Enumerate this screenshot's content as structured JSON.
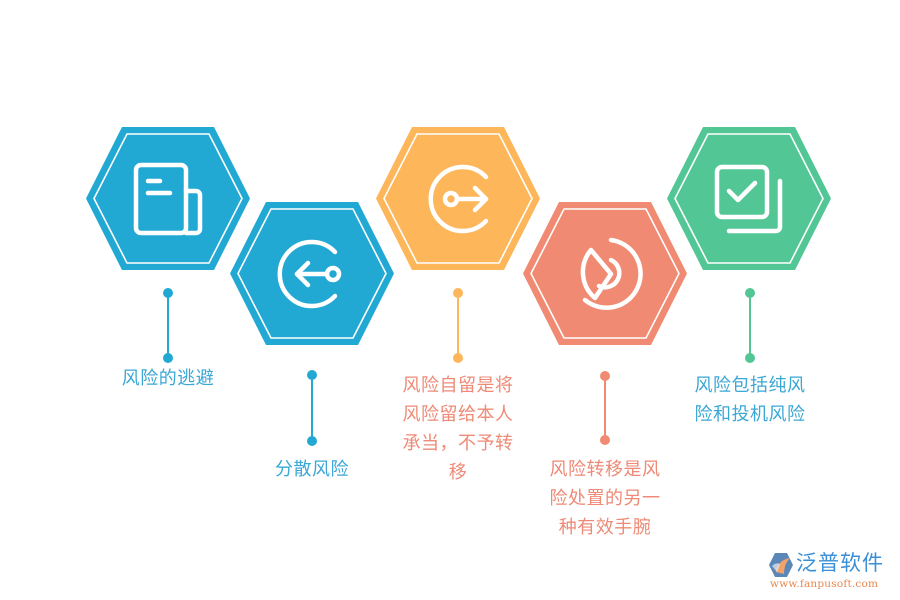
{
  "diagram": {
    "colors": {
      "blue": "#22A9D3",
      "orange": "#FDB659",
      "coral": "#F08A72",
      "green": "#52C795",
      "label_blue": "#3AA7D5",
      "label_coral": "#EE8A76",
      "white": "#FFFFFF"
    },
    "items": [
      {
        "id": 1,
        "icon": "document-icon",
        "hex_color": "#22A9D3",
        "label_color": "#3AA7D5",
        "label": "风险的逃避"
      },
      {
        "id": 2,
        "icon": "arrow-in-circle-icon",
        "hex_color": "#22A9D3",
        "label_color": "#3AA7D5",
        "label": "分散风险"
      },
      {
        "id": 3,
        "icon": "arrow-out-circle-icon",
        "hex_color": "#FDB659",
        "label_color": "#EE8A76",
        "label": "风险自留是将\n风险留给本人\n承当，不予转\n移"
      },
      {
        "id": 4,
        "icon": "pie-play-icon",
        "hex_color": "#F08A72",
        "label_color": "#EE8A76",
        "label": "风险转移是风\n险处置的另一\n种有效手腕"
      },
      {
        "id": 5,
        "icon": "checkbox-stack-icon",
        "hex_color": "#52C795",
        "label_color": "#3AA7D5",
        "label": "风险包括纯风\n险和投机风险"
      }
    ]
  },
  "logo": {
    "name": "泛普软件",
    "url": "www.fanpusoft.com",
    "icon": "fanpu-logo-icon"
  }
}
